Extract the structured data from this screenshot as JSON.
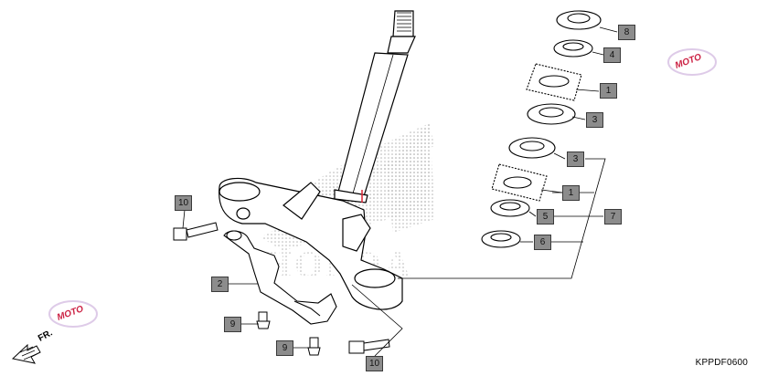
{
  "diagram": {
    "code": "KPPDF0600",
    "direction_label": "FR.",
    "brand_watermark": "HONDA",
    "moto_watermark": "MOTO",
    "callouts": [
      {
        "id": "c8",
        "label": "8"
      },
      {
        "id": "c4",
        "label": "4"
      },
      {
        "id": "c1a",
        "label": "1"
      },
      {
        "id": "c3a",
        "label": "3"
      },
      {
        "id": "c3b",
        "label": "3"
      },
      {
        "id": "c1b",
        "label": "1"
      },
      {
        "id": "c5",
        "label": "5"
      },
      {
        "id": "c7",
        "label": "7"
      },
      {
        "id": "c6",
        "label": "6"
      },
      {
        "id": "c10a",
        "label": "10"
      },
      {
        "id": "c2",
        "label": "2"
      },
      {
        "id": "c9a",
        "label": "9"
      },
      {
        "id": "c9b",
        "label": "9"
      },
      {
        "id": "c10b",
        "label": "10"
      }
    ]
  }
}
